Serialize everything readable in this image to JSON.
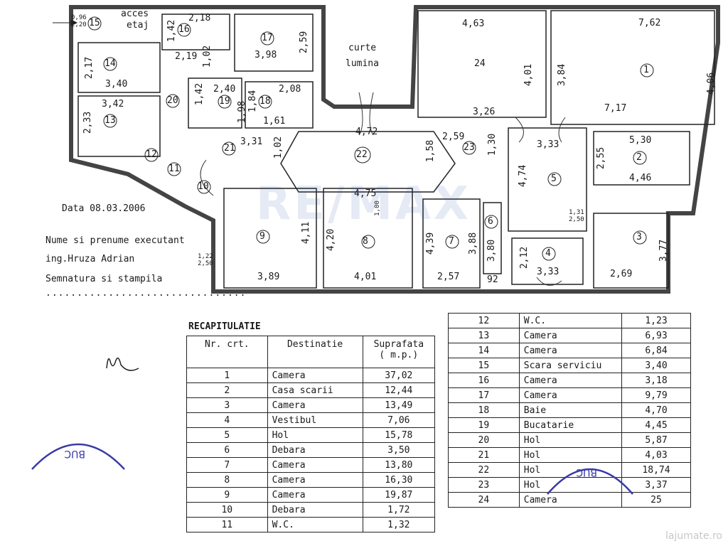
{
  "plan": {
    "top_labels": {
      "acces": "acces",
      "etaj": "etaj",
      "curte": "curte",
      "lumina": "lumina"
    },
    "rooms": [
      {
        "no": "1",
        "dims": [
          "7,62",
          "7,17",
          "4,06"
        ]
      },
      {
        "no": "2",
        "dims": [
          "5,30",
          "4,46",
          "2,55"
        ]
      },
      {
        "no": "3",
        "dims": [
          "2,69",
          "3,77"
        ]
      },
      {
        "no": "4",
        "dims": [
          "3,33",
          "2,12"
        ]
      },
      {
        "no": "5",
        "dims": [
          "3,33",
          "4,74"
        ]
      },
      {
        "no": "6",
        "dims": [
          "3,80",
          "92"
        ]
      },
      {
        "no": "7",
        "dims": [
          "2,57",
          "4,39",
          "3,88"
        ]
      },
      {
        "no": "8",
        "dims": [
          "4,01",
          "4,20"
        ]
      },
      {
        "no": "9",
        "dims": [
          "3,89",
          "4,11"
        ]
      },
      {
        "no": "10",
        "dims": []
      },
      {
        "no": "11",
        "dims": []
      },
      {
        "no": "12",
        "dims": []
      },
      {
        "no": "13",
        "dims": [
          "3,42",
          "2,33"
        ]
      },
      {
        "no": "14",
        "dims": [
          "3,40",
          "2,17"
        ]
      },
      {
        "no": "15",
        "dims": []
      },
      {
        "no": "16",
        "dims": [
          "2,18",
          "1,42"
        ]
      },
      {
        "no": "17",
        "dims": [
          "3,98",
          "2,59"
        ]
      },
      {
        "no": "18",
        "dims": [
          "2,08",
          "1,61",
          "1,84"
        ]
      },
      {
        "no": "19",
        "dims": [
          "2,40",
          "1,42",
          "1,98"
        ]
      },
      {
        "no": "20",
        "dims": []
      },
      {
        "no": "21",
        "dims": [
          "3,31",
          "1,02"
        ]
      },
      {
        "no": "22",
        "dims": [
          "4,72",
          "4,75",
          "1,58"
        ]
      },
      {
        "no": "23",
        "dims": [
          "2,59",
          "1,30"
        ]
      },
      {
        "no": "24",
        "dims": [
          "4,63",
          "3,26",
          "4,01",
          "3,84"
        ]
      }
    ],
    "extra_dims": [
      "2,19",
      "1,02",
      "2,20",
      "0,96",
      "1,22",
      "2,50",
      "1,00",
      "2,50",
      "1,31"
    ]
  },
  "meta": {
    "date": "Data 08.03.2006",
    "executor_label": "Nume si prenume executant",
    "executor_name": "ing.Hruza Adrian",
    "signature_label": "Semnatura si stampila",
    "dots": "................................"
  },
  "recap": {
    "title": "RECAPITULATIE",
    "headers": {
      "nr": "Nr. crt.",
      "dest": "Destinatie",
      "surf_line1": "Suprafata",
      "surf_line2": "( m.p.)"
    },
    "left_rows": [
      {
        "nr": "1",
        "dest": "Camera",
        "surf": "37,02"
      },
      {
        "nr": "2",
        "dest": "Casa scarii",
        "surf": "12,44"
      },
      {
        "nr": "3",
        "dest": "Camera",
        "surf": "13,49"
      },
      {
        "nr": "4",
        "dest": "Vestibul",
        "surf": "7,06"
      },
      {
        "nr": "5",
        "dest": "Hol",
        "surf": "15,78"
      },
      {
        "nr": "6",
        "dest": "Debara",
        "surf": "3,50"
      },
      {
        "nr": "7",
        "dest": "Camera",
        "surf": "13,80"
      },
      {
        "nr": "8",
        "dest": "Camera",
        "surf": "16,30"
      },
      {
        "nr": "9",
        "dest": "Camera",
        "surf": "19,87"
      },
      {
        "nr": "10",
        "dest": "Debara",
        "surf": "1,72"
      },
      {
        "nr": "11",
        "dest": "W.C.",
        "surf": "1,32"
      }
    ],
    "right_rows": [
      {
        "nr": "12",
        "dest": "W.C.",
        "surf": "1,23"
      },
      {
        "nr": "13",
        "dest": "Camera",
        "surf": "6,93"
      },
      {
        "nr": "14",
        "dest": "Camera",
        "surf": "6,84"
      },
      {
        "nr": "15",
        "dest": "Scara serviciu",
        "surf": "3,40"
      },
      {
        "nr": "16",
        "dest": "Camera",
        "surf": "3,18"
      },
      {
        "nr": "17",
        "dest": "Camera",
        "surf": "9,79"
      },
      {
        "nr": "18",
        "dest": "Baie",
        "surf": "4,70"
      },
      {
        "nr": "19",
        "dest": "Bucatarie",
        "surf": "4,45"
      },
      {
        "nr": "20",
        "dest": "Hol",
        "surf": "5,87"
      },
      {
        "nr": "21",
        "dest": "Hol",
        "surf": "4,03"
      },
      {
        "nr": "22",
        "dest": "Hol",
        "surf": "18,74"
      },
      {
        "nr": "23",
        "dest": "Hol",
        "surf": "3,37"
      },
      {
        "nr": "24",
        "dest": "Camera",
        "surf": "25"
      }
    ]
  },
  "overlay": {
    "watermark": "RE/MAX",
    "stamp1": "BUC",
    "stamp2": "BUC",
    "brand": "lajumate.ro"
  },
  "colors": {
    "ink": "#1a1a1a",
    "wall": "#b8b8b8",
    "stamp": "#3a3aa8",
    "watermark": "#2850aa"
  }
}
